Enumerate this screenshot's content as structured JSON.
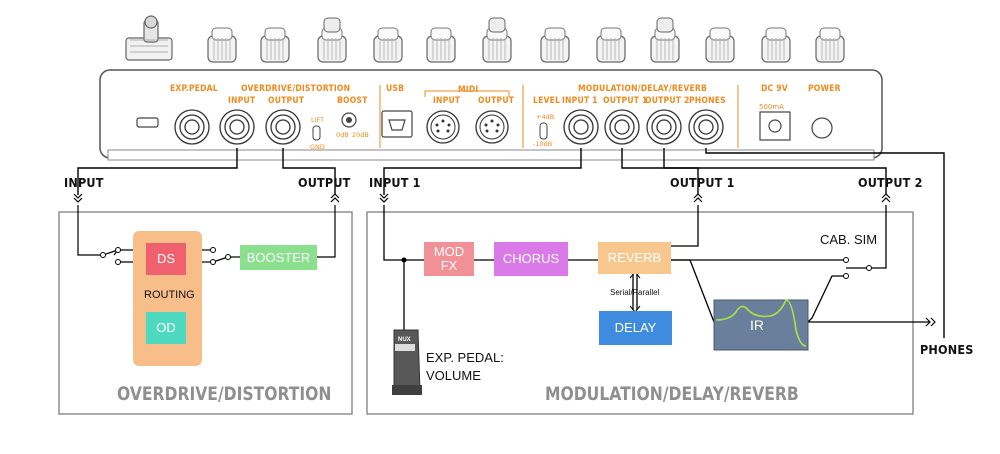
{
  "panel": {
    "exp_pedal": "EXP.PEDAL",
    "od_section": "OVERDRIVE/DISTORTION",
    "od_input": "INPUT",
    "od_output": "OUTPUT",
    "boost": "BOOST",
    "lift": "LIFT",
    "gnd": "GND",
    "boost_0db": "0dB",
    "boost_20db": "20dB",
    "usb": "USB",
    "midi": "MIDI",
    "midi_input": "INPUT",
    "midi_output": "OUTPUT",
    "mod_section": "MODULATION/DELAY/REVERB",
    "level": "LEVEL",
    "level_plus": "+4dB",
    "level_minus": "-10dB",
    "mod_input1": "INPUT 1",
    "mod_output1": "OUTPUT 1",
    "mod_output2": "OUTPUT 2",
    "phones": "PHONES",
    "dc": "DC 9V",
    "dc_current": "500mA",
    "power": "POWER"
  },
  "io": {
    "od_input": "INPUT",
    "od_output": "OUTPUT",
    "mod_input1": "INPUT 1",
    "mod_output1": "OUTPUT 1",
    "mod_output2": "OUTPUT 2",
    "phones": "PHONES"
  },
  "od_block": {
    "title": "OVERDRIVE/DISTORTION",
    "ds": "DS",
    "od": "OD",
    "routing": "ROUTING",
    "booster": "BOOSTER"
  },
  "mod_block": {
    "title": "MODULATION/DELAY/REVERB",
    "mod_fx": "MOD\nFX",
    "chorus": "CHORUS",
    "reverb": "REVERB",
    "delay": "DELAY",
    "serial_parallel": "Serial/Parallel",
    "ir": "IR",
    "cab_sim": "CAB. SIM",
    "exp_caption_1": "EXP. PEDAL:",
    "exp_caption_2": "VOLUME",
    "pedal_brand": "NUX"
  },
  "colors": {
    "panel_orange": "#f08a1c",
    "ds_red": "#f0616f",
    "od_teal": "#4ed8bf",
    "routing_orange": "#f7be8a",
    "booster_green": "#8be08e",
    "modfx_pink": "#f29097",
    "chorus_purple": "#d97ae8",
    "reverb_peach": "#f7c78d",
    "delay_blue": "#3f8be0",
    "ir_slate": "#6a7f9c",
    "ir_curve": "#a8e24a"
  }
}
